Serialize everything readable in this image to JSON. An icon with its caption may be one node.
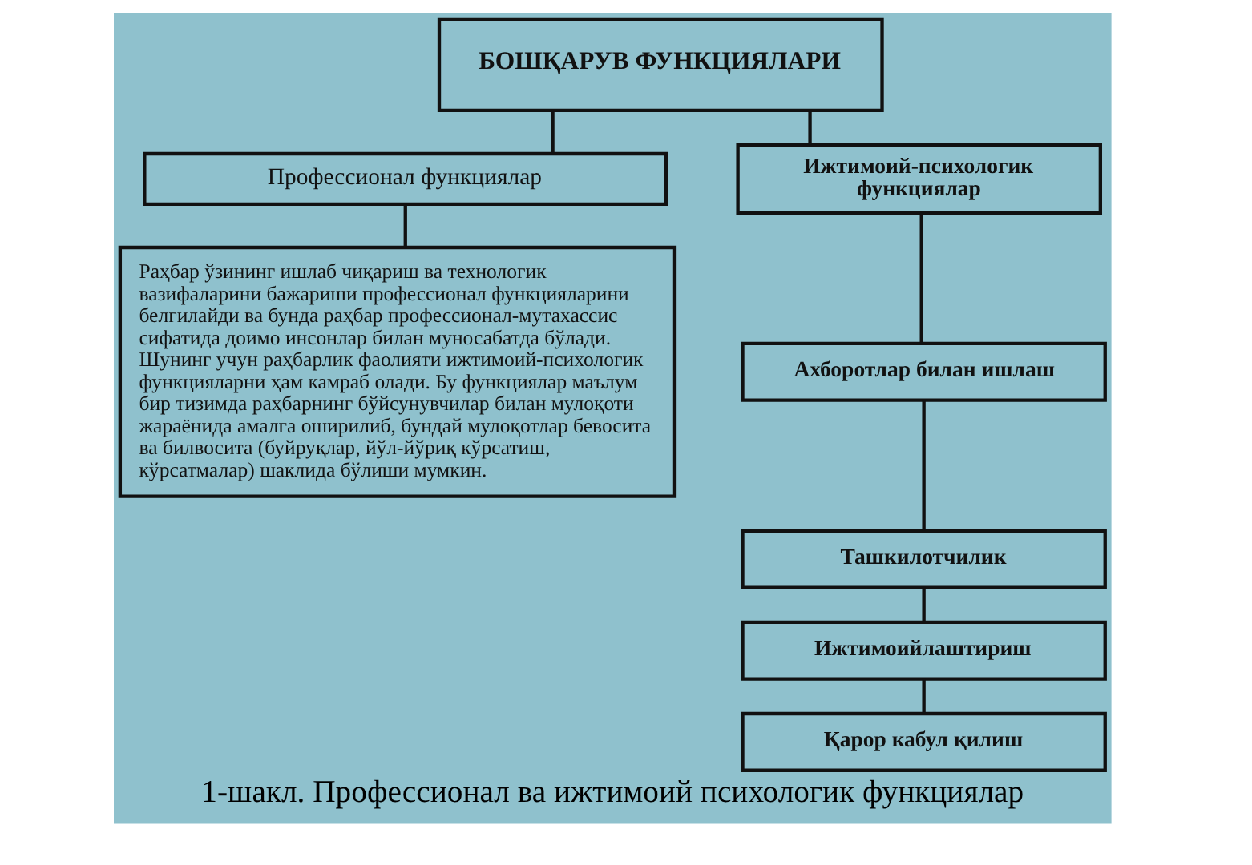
{
  "diagram": {
    "caption": "1-шакл. Профессионал ва ижтимоий психологик функциялар",
    "nodes": [
      {
        "text": [
          "БОШҚАРУВ ФУНКЦИЯЛАРИ"
        ]
      },
      {
        "text": [
          "Профессионал функциялар"
        ]
      },
      {
        "text": [
          "Ижтимоий-психологик функциялар"
        ]
      },
      {
        "text": [
          "Раҳбар ўзининг ишлаб чиқариш ва технологик вазифаларини бажариши профессионал функцияларини белгилайди ва бунда раҳбар профессионал-мутахассис сифатида доимо инсонлар билан муносабатда бўлади. Шунинг учун раҳбарлик фаолияти ижтимоий-психологик функцияларни ҳам камраб олади. Бу функциялар маълум бир тизимда раҳбарнинг бўйсунувчилар билан мулоқоти жараёнида амалга оширилиб, бундай мулоқотлар бевосита ва билвосита (буйруқлар, йўл-йўриқ кўрсатиш, кўрсатмалар) шаклида бўлиши мумкин."
        ]
      },
      {
        "text": [
          "Ахборотлар билан ишлаш"
        ]
      },
      {
        "text": [
          "Ташкилотчилик"
        ]
      },
      {
        "text": [
          "Ижтимоийлаштириш"
        ]
      },
      {
        "text": [
          "Қарор кабул қилиш"
        ]
      }
    ],
    "edges": [
      {
        "from": 0,
        "to": 1,
        "arrow": "none"
      },
      {
        "from": 0,
        "to": 2,
        "arrow": "none"
      },
      {
        "from": 1,
        "to": 3,
        "arrow": "none"
      },
      {
        "from": 2,
        "to": 4,
        "arrow": "none"
      },
      {
        "from": 4,
        "to": 5,
        "arrow": "none"
      },
      {
        "from": 5,
        "to": 6,
        "arrow": "none"
      },
      {
        "from": 6,
        "to": 7,
        "arrow": "none"
      }
    ]
  }
}
